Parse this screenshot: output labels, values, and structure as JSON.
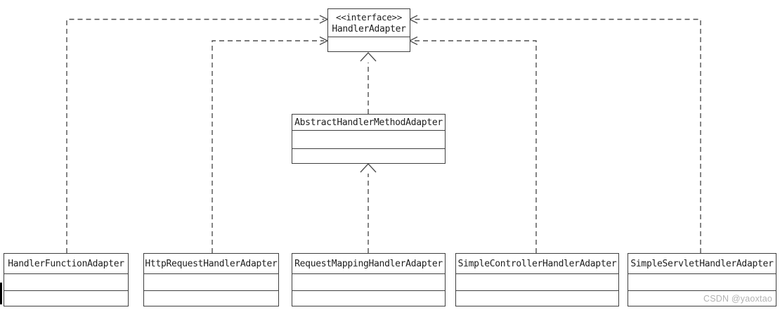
{
  "diagram": {
    "kind": "uml-class-diagram",
    "watermark": "CSDN @yaoxtao"
  },
  "classes": [
    {
      "stereotype": "<<interface>>",
      "name": "HandlerAdapter"
    },
    {
      "name": "AbstractHandlerMethodAdapter"
    },
    {
      "name": "HandlerFunctionAdapter"
    },
    {
      "name": "HttpRequestHandlerAdapter"
    },
    {
      "name": "RequestMappingHandlerAdapter"
    },
    {
      "name": "SimpleControllerHandlerAdapter"
    },
    {
      "name": "SimpleServletHandlerAdapter"
    }
  ],
  "relationships": [
    {
      "from": "HandlerFunctionAdapter",
      "to": "HandlerAdapter",
      "type": "dashed-realization"
    },
    {
      "from": "HttpRequestHandlerAdapter",
      "to": "HandlerAdapter",
      "type": "dashed-realization"
    },
    {
      "from": "AbstractHandlerMethodAdapter",
      "to": "HandlerAdapter",
      "type": "dashed-realization"
    },
    {
      "from": "RequestMappingHandlerAdapter",
      "to": "AbstractHandlerMethodAdapter",
      "type": "dashed-generalization"
    },
    {
      "from": "SimpleControllerHandlerAdapter",
      "to": "HandlerAdapter",
      "type": "dashed-realization"
    },
    {
      "from": "SimpleServletHandlerAdapter",
      "to": "HandlerAdapter",
      "type": "dashed-realization"
    }
  ],
  "colors": {
    "box_border": "#3f3f3f",
    "connector": "#4f4f4f",
    "text": "#1d1d1d",
    "watermark": "#b3b3b3",
    "background": "#ffffff"
  }
}
